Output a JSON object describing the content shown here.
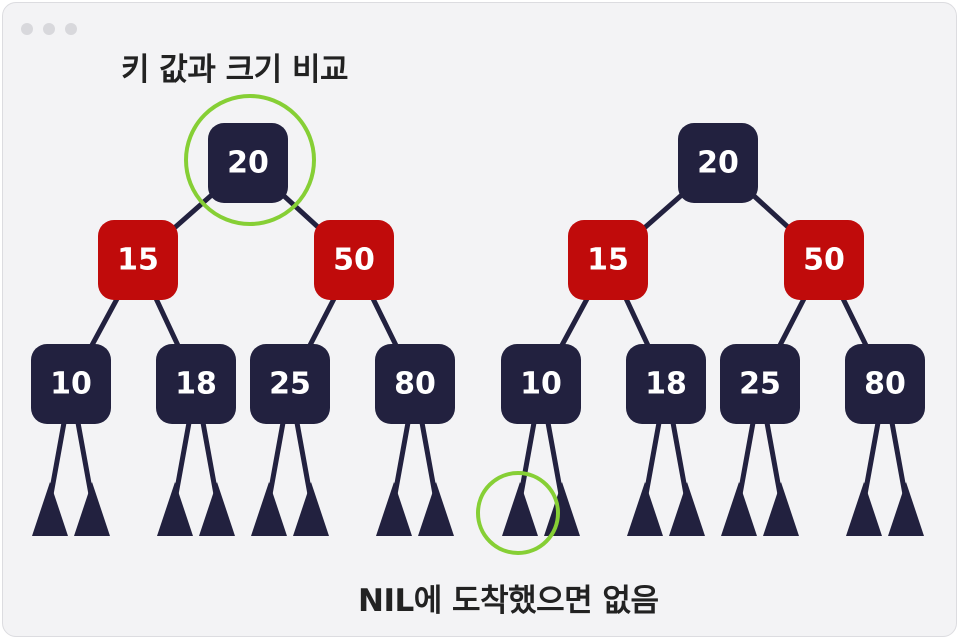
{
  "captions": {
    "top": "키 값과 크기 비교",
    "bottom": "NIL에 도착했으면 없음"
  },
  "colors": {
    "black_node": "#22213f",
    "red_node": "#c00b0b",
    "edge": "#22213f",
    "highlight": "#86cf35",
    "node_text": "#ffffff"
  },
  "trees": [
    {
      "nodes": [
        {
          "key": "20",
          "color": "black"
        },
        {
          "key": "15",
          "color": "red"
        },
        {
          "key": "50",
          "color": "red"
        },
        {
          "key": "10",
          "color": "black"
        },
        {
          "key": "18",
          "color": "black"
        },
        {
          "key": "25",
          "color": "black"
        },
        {
          "key": "80",
          "color": "black"
        }
      ],
      "highlighted": "root"
    },
    {
      "nodes": [
        {
          "key": "20",
          "color": "black"
        },
        {
          "key": "15",
          "color": "red"
        },
        {
          "key": "50",
          "color": "red"
        },
        {
          "key": "10",
          "color": "black"
        },
        {
          "key": "18",
          "color": "black"
        },
        {
          "key": "25",
          "color": "black"
        },
        {
          "key": "80",
          "color": "black"
        }
      ],
      "highlighted": "nil-left-of-10"
    }
  ]
}
